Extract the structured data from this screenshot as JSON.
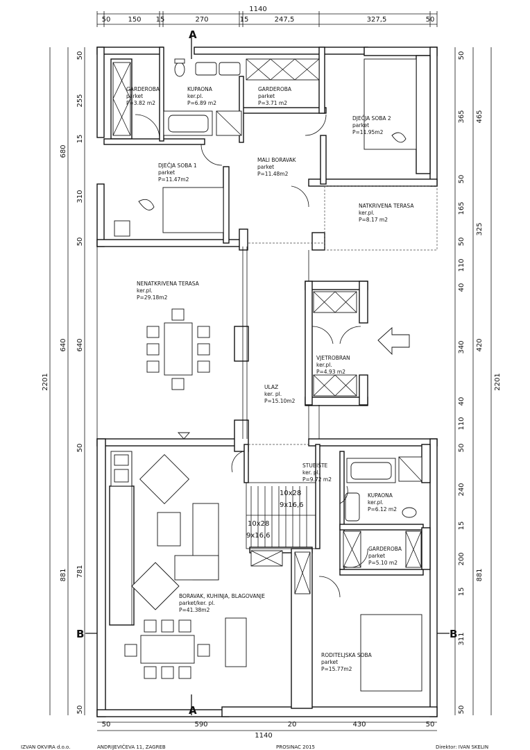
{
  "dimensions": {
    "top_total": "1140",
    "top_segments": [
      "50",
      "150",
      "15",
      "270",
      "15",
      "247,5",
      "327,5",
      "50"
    ],
    "bottom_total": "1140",
    "bottom_segments": [
      "50",
      "590",
      "20",
      "430",
      "50"
    ],
    "left_total": "2201",
    "left_mid": [
      "680",
      "640",
      "881"
    ],
    "left_inner": [
      "50",
      "255",
      "15",
      "310",
      "50",
      "640",
      "50",
      "781",
      "50"
    ],
    "right_total": "2201",
    "right_mid": [
      "465",
      "325",
      "420",
      "881"
    ],
    "right_inner": [
      "50",
      "365",
      "50",
      "165",
      "50",
      "110",
      "40",
      "340",
      "40",
      "110",
      "50",
      "240",
      "15",
      "200",
      "15",
      "311",
      "50"
    ]
  },
  "rooms": [
    {
      "id": "garderoba-1",
      "name": "GARDEROBA",
      "floor": "parket",
      "area": "P=3.82 m2"
    },
    {
      "id": "kupaona-1",
      "name": "KUPAONA",
      "floor": "ker.pl.",
      "area": "P=6.89 m2"
    },
    {
      "id": "garderoba-2",
      "name": "GARDEROBA",
      "floor": "parket",
      "area": "P=3.71 m2"
    },
    {
      "id": "djecja-soba-2",
      "name": "DJEČJA SOBA 2",
      "floor": "parket",
      "area": "P=11.95m2"
    },
    {
      "id": "djecja-soba-1",
      "name": "DJEČJA SOBA 1",
      "floor": "parket",
      "area": "P=11.47m2"
    },
    {
      "id": "mali-boravak",
      "name": "MALI BORAVAK",
      "floor": "parket",
      "area": "P=11.48m2"
    },
    {
      "id": "natkrivena-terasa",
      "name": "NATKRIVENA TERASA",
      "floor": "ker.pl.",
      "area": "P=8.17 m2"
    },
    {
      "id": "nenatkrivena-terasa",
      "name": "NENATKRIVENA TERASA",
      "floor": "ker.pl.",
      "area": "P=29.18m2"
    },
    {
      "id": "vjetrobran",
      "name": "VJETROBRAN",
      "floor": "ker.pl.",
      "area": "P=4.93 m2"
    },
    {
      "id": "ulaz",
      "name": "ULAZ",
      "floor": "ker. pl.",
      "area": "P=15.10m2"
    },
    {
      "id": "stubiste",
      "name": "STUBIŠTE",
      "floor": "ker. pl.",
      "area": "P=9.72 m2"
    },
    {
      "id": "kupaona-2",
      "name": "KUPAONA",
      "floor": "ker.pl.",
      "area": "P=6.12 m2"
    },
    {
      "id": "garderoba-3",
      "name": "GARDEROBA",
      "floor": "parket",
      "area": "P=5.10 m2"
    },
    {
      "id": "boravak",
      "name": "BORAVAK, KUHINJA, BLAGOVANJE",
      "floor": "parket/ker. pl.",
      "area": "P=41.38m2"
    },
    {
      "id": "roditeljska-soba",
      "name": "RODITELJSKA SOBA",
      "floor": "parket",
      "area": "P=15.77m2"
    }
  ],
  "stairs": {
    "upper": "10x28",
    "upper_sub": "9x16,6",
    "lower": "10x28",
    "lower_sub": "9x16,6"
  },
  "sections": {
    "a_top": "A",
    "a_bottom": "A",
    "b_left": "B",
    "b_right": "B"
  },
  "footer": {
    "left": "IZVAN OKVIRA d.o.o.",
    "address": "ANDRIJEVIĆEVA 11, ZAGREB",
    "date": "PROSINAC 2015",
    "director": "Direktor: IVAN SKELIN"
  },
  "icons": [
    "entrance-arrow-icon",
    "door-swing-icon",
    "section-cut-icon"
  ]
}
